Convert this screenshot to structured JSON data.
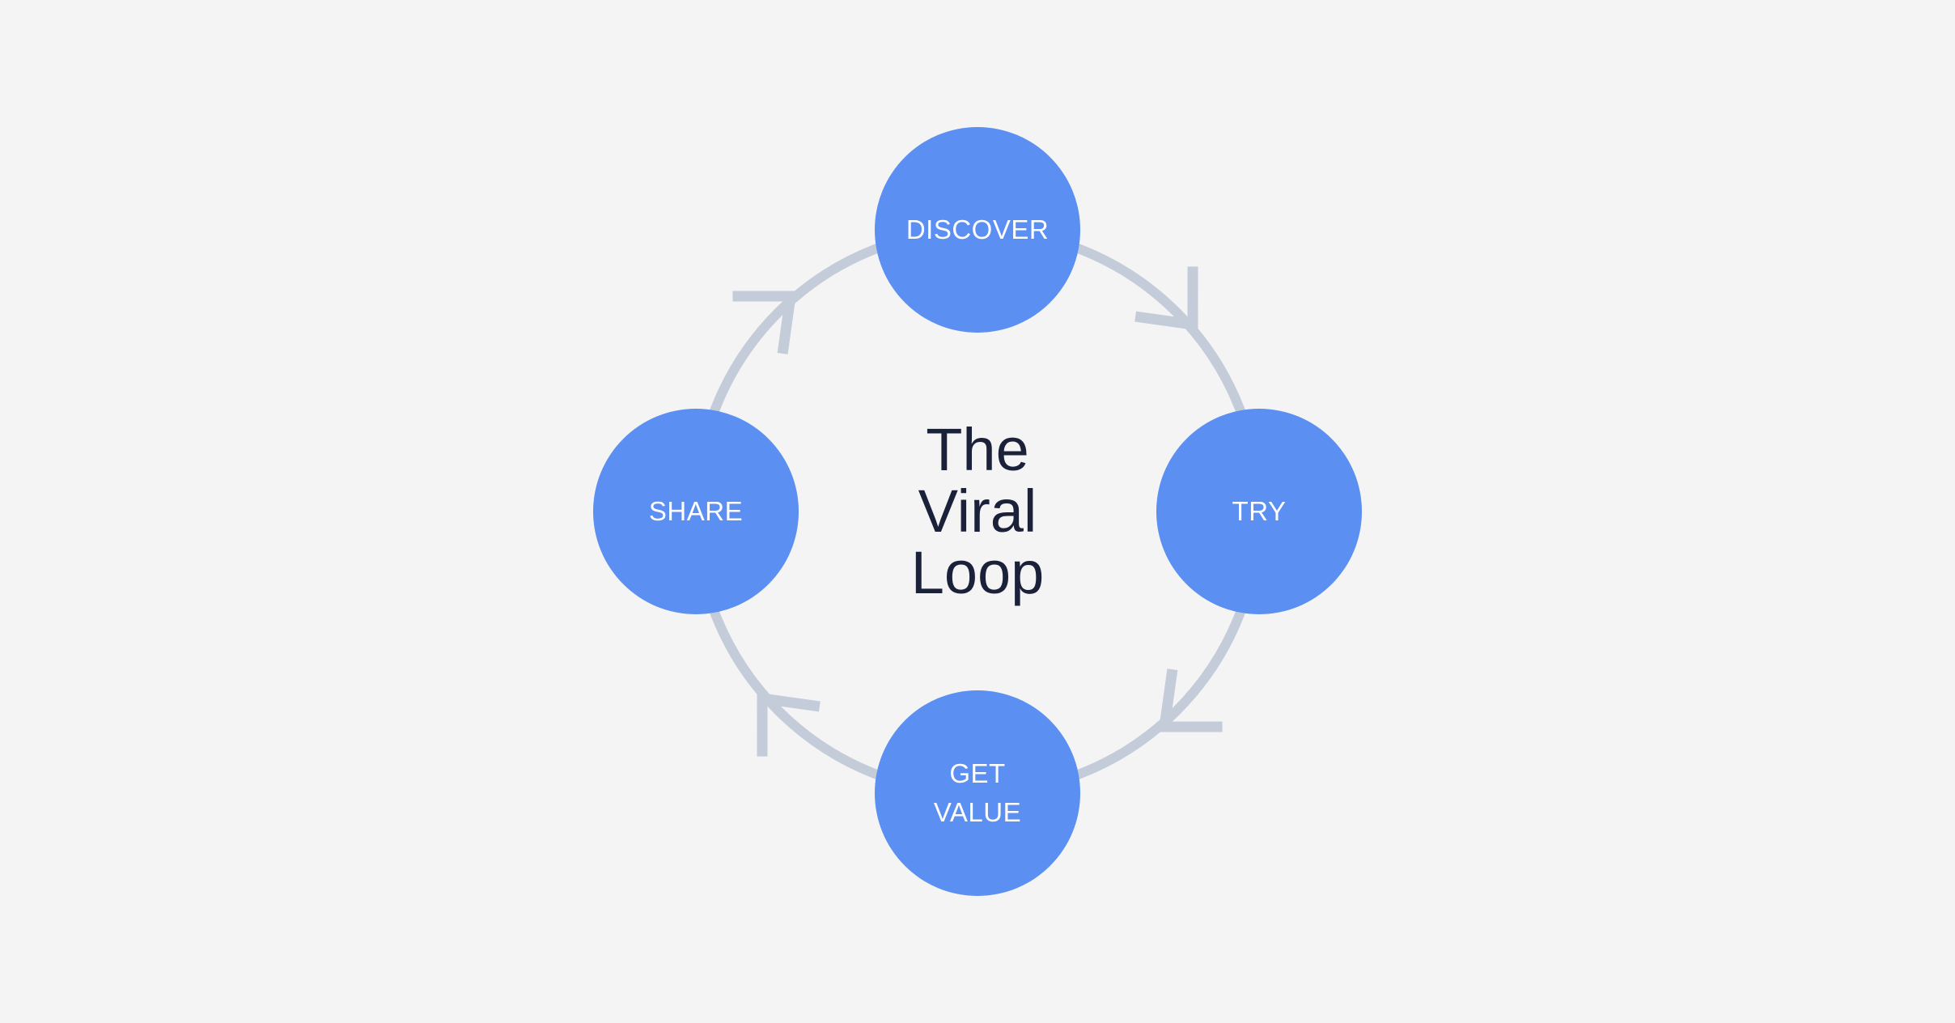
{
  "page": {
    "background_color": "#f4f4f5"
  },
  "diagram": {
    "title": {
      "line1": "The",
      "line2": "Viral",
      "line3": "Loop",
      "full_text": "The Viral Loop",
      "color": "#1a2139"
    },
    "loop": {
      "direction": "clockwise",
      "stroke_color": "#c5ccd9",
      "arrow_count": 4
    },
    "nodes": {
      "top": {
        "label": "DISCOVER"
      },
      "right": {
        "label": "TRY"
      },
      "bottom": {
        "label": "GET VALUE"
      },
      "left": {
        "label": "SHARE"
      }
    },
    "node_style": {
      "fill": "#5b8ff2",
      "text_color": "#ffffff"
    },
    "sequence": [
      "DISCOVER",
      "TRY",
      "GET VALUE",
      "SHARE"
    ]
  }
}
